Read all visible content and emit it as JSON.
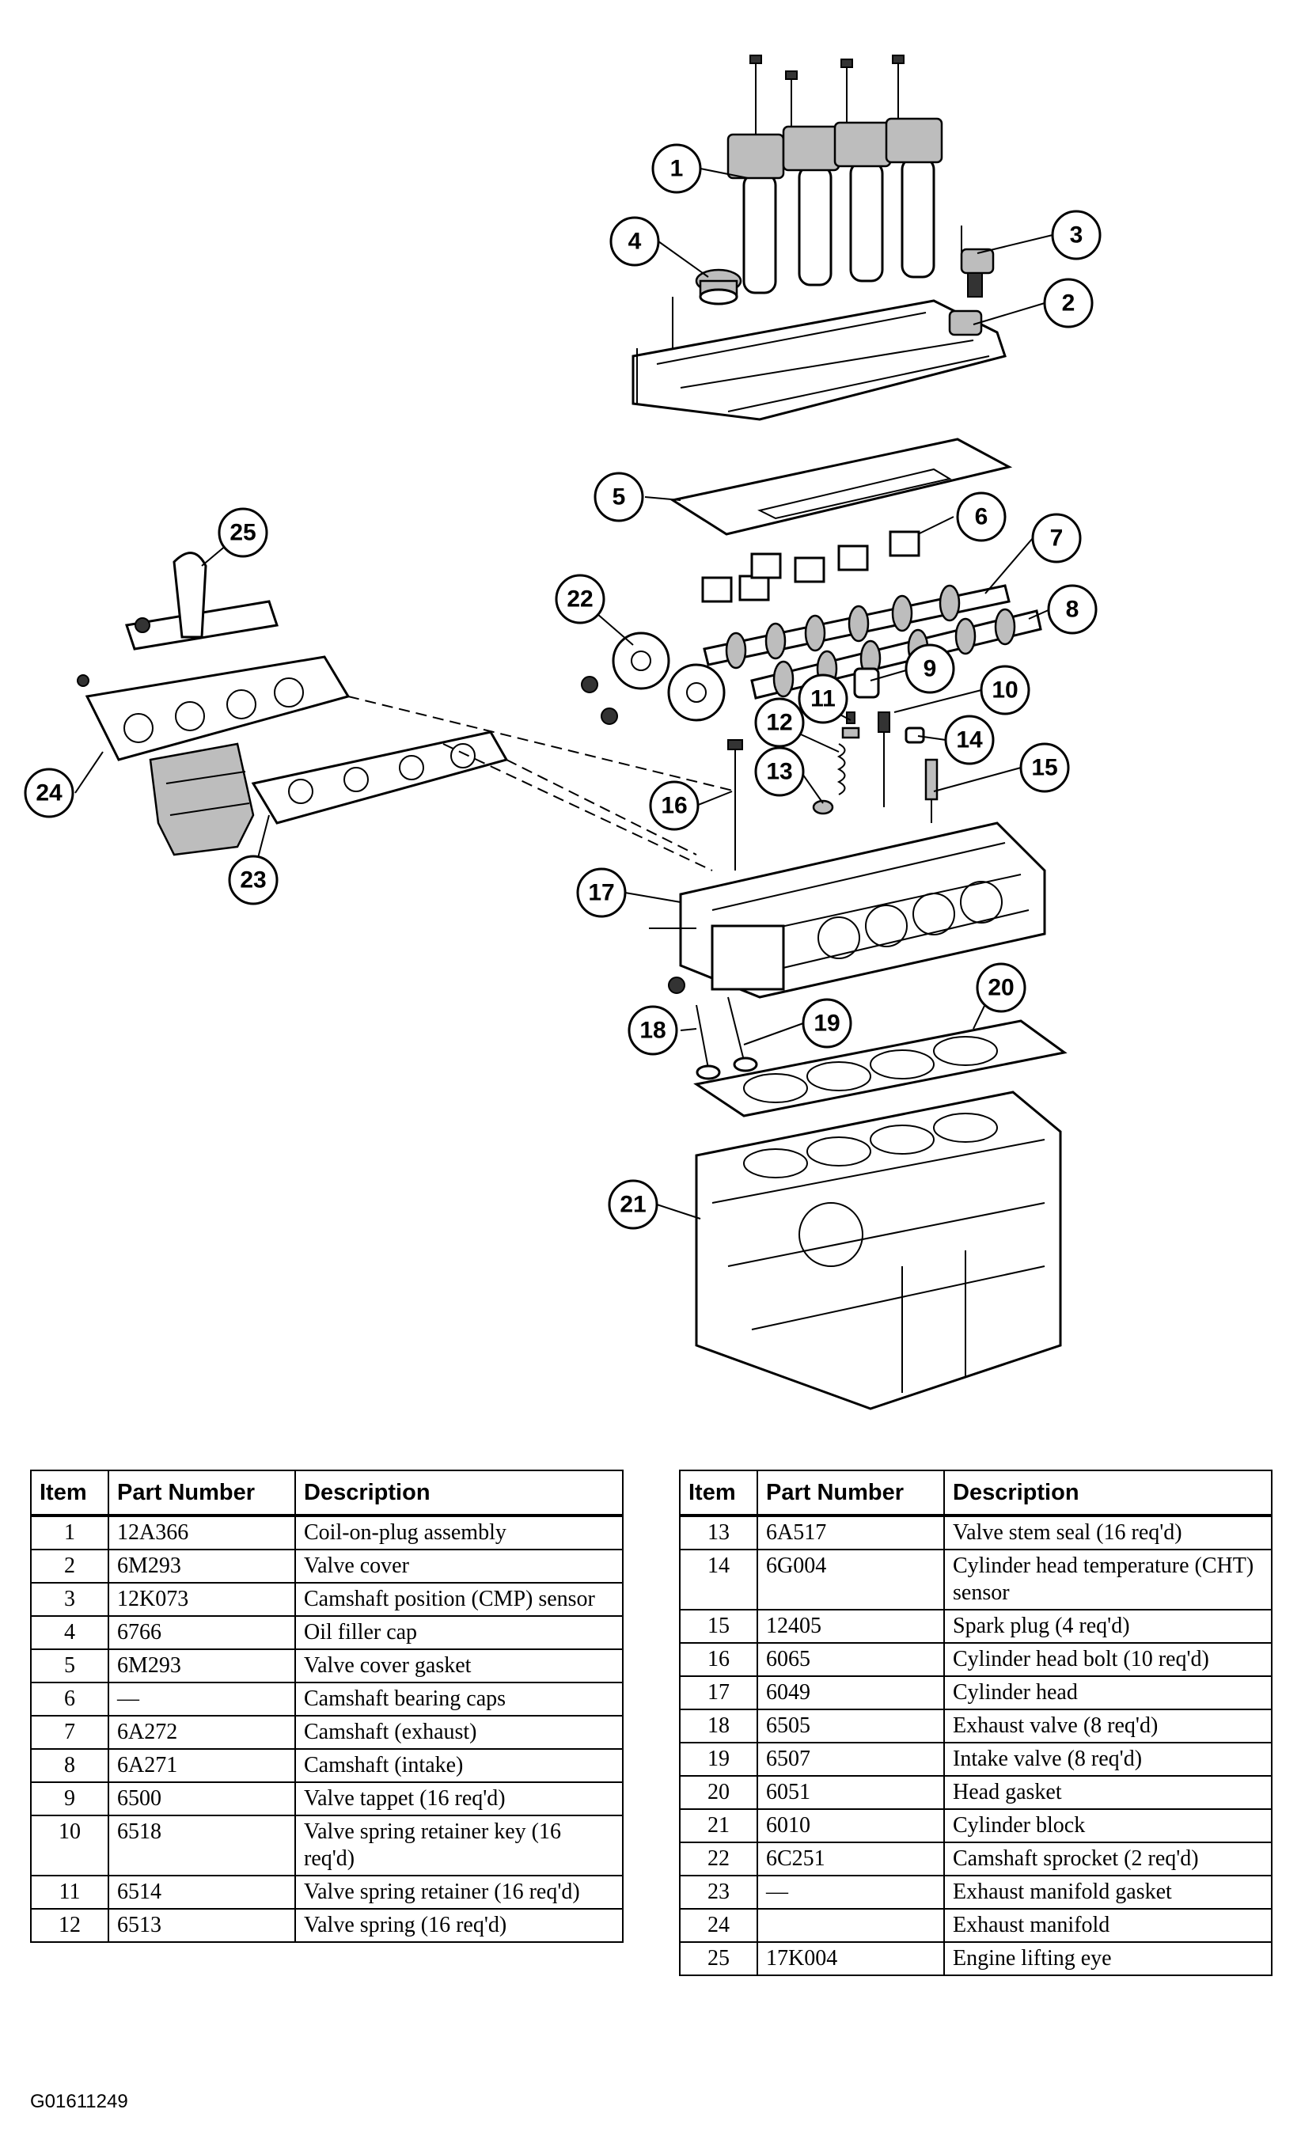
{
  "callouts": [
    "1",
    "2",
    "3",
    "4",
    "5",
    "6",
    "7",
    "8",
    "9",
    "10",
    "11",
    "12",
    "13",
    "14",
    "15",
    "16",
    "17",
    "18",
    "19",
    "20",
    "21",
    "22",
    "23",
    "24",
    "25"
  ],
  "table_headers": {
    "item": "Item",
    "part_number": "Part Number",
    "description": "Description"
  },
  "parts_left": [
    {
      "item": "1",
      "part": "12A366",
      "desc": "Coil-on-plug assembly"
    },
    {
      "item": "2",
      "part": "6M293",
      "desc": "Valve cover"
    },
    {
      "item": "3",
      "part": "12K073",
      "desc": "Camshaft position (CMP) sensor"
    },
    {
      "item": "4",
      "part": "6766",
      "desc": "Oil filler cap"
    },
    {
      "item": "5",
      "part": "6M293",
      "desc": "Valve cover gasket"
    },
    {
      "item": "6",
      "part": "—",
      "desc": "Camshaft bearing caps"
    },
    {
      "item": "7",
      "part": "6A272",
      "desc": "Camshaft (exhaust)"
    },
    {
      "item": "8",
      "part": "6A271",
      "desc": "Camshaft (intake)"
    },
    {
      "item": "9",
      "part": "6500",
      "desc": "Valve tappet (16 req'd)"
    },
    {
      "item": "10",
      "part": "6518",
      "desc": "Valve spring retainer key (16 req'd)"
    },
    {
      "item": "11",
      "part": "6514",
      "desc": "Valve spring retainer (16 req'd)"
    },
    {
      "item": "12",
      "part": "6513",
      "desc": "Valve spring (16 req'd)"
    }
  ],
  "parts_right": [
    {
      "item": "13",
      "part": "6A517",
      "desc": "Valve stem seal (16 req'd)"
    },
    {
      "item": "14",
      "part": "6G004",
      "desc": "Cylinder head temperature (CHT) sensor"
    },
    {
      "item": "15",
      "part": "12405",
      "desc": "Spark plug (4 req'd)"
    },
    {
      "item": "16",
      "part": "6065",
      "desc": "Cylinder head bolt (10 req'd)"
    },
    {
      "item": "17",
      "part": "6049",
      "desc": "Cylinder head"
    },
    {
      "item": "18",
      "part": "6505",
      "desc": "Exhaust valve (8 req'd)"
    },
    {
      "item": "19",
      "part": "6507",
      "desc": "Intake valve (8 req'd)"
    },
    {
      "item": "20",
      "part": "6051",
      "desc": "Head gasket"
    },
    {
      "item": "21",
      "part": "6010",
      "desc": "Cylinder block"
    },
    {
      "item": "22",
      "part": "6C251",
      "desc": "Camshaft sprocket (2 req'd)"
    },
    {
      "item": "23",
      "part": "—",
      "desc": "Exhaust manifold gasket"
    },
    {
      "item": "24",
      "part": "",
      "desc": "Exhaust manifold"
    },
    {
      "item": "25",
      "part": "17K004",
      "desc": "Engine lifting eye"
    }
  ],
  "figure_id": "G01611249"
}
